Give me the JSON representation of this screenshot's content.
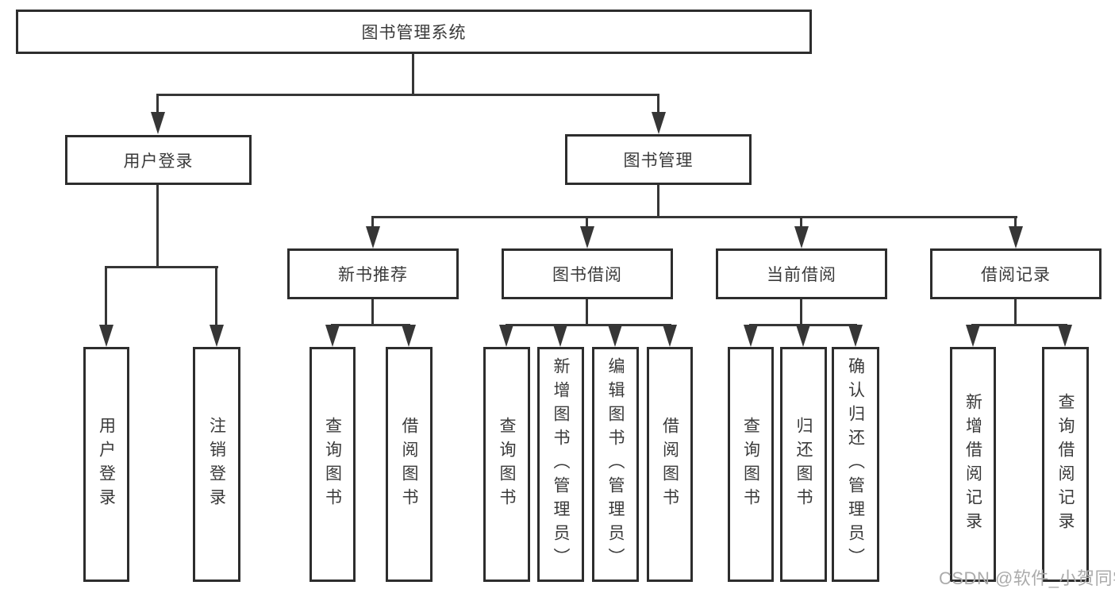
{
  "diagram": {
    "title": "图书管理系统",
    "root": {
      "label": "图书管理系统"
    },
    "level2": {
      "user_login": {
        "label": "用户登录"
      },
      "book_mgmt": {
        "label": "图书管理"
      }
    },
    "level3": {
      "new_book_rec": {
        "label": "新书推荐"
      },
      "book_borrow": {
        "label": "图书借阅"
      },
      "current_borrow": {
        "label": "当前借阅"
      },
      "borrow_records": {
        "label": "借阅记录"
      }
    },
    "leaves": {
      "login": {
        "label": "用户登录"
      },
      "logout": {
        "label": "注销登录"
      },
      "rec_query": {
        "label": "查询图书"
      },
      "rec_borrow": {
        "label": "借阅图书"
      },
      "bb_query": {
        "label": "查询图书"
      },
      "bb_add": {
        "label": "新增图书（管理员）"
      },
      "bb_edit": {
        "label": "编辑图书（管理员）"
      },
      "bb_borrow": {
        "label": "借阅图书"
      },
      "cb_query": {
        "label": "查询图书"
      },
      "cb_return": {
        "label": "归还图书"
      },
      "cb_confirm": {
        "label": "确认归还（管理员）"
      },
      "br_add": {
        "label": "新增借阅记录"
      },
      "br_query": {
        "label": "查询借阅记录"
      }
    }
  },
  "watermark": {
    "text": "CSDN @软件_小贺同学"
  },
  "colors": {
    "line": "#363636",
    "border": "#2d2d2d",
    "text": "#3a3a3a",
    "watermark": "#ababab",
    "background": "#ffffff"
  }
}
